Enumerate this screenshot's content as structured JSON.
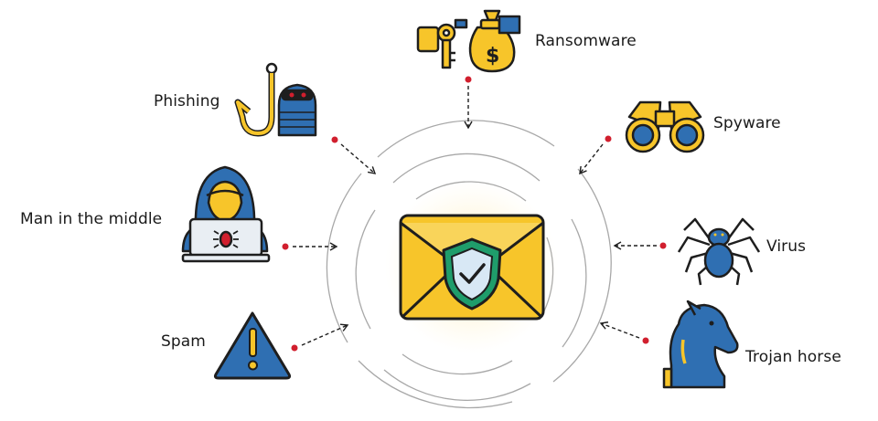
{
  "threats": {
    "ransomware": "Ransomware",
    "phishing": "Phishing",
    "spyware": "Spyware",
    "man_in_the_middle": "Man in the middle",
    "virus": "Virus",
    "spam": "Spam",
    "trojan_horse": "Trojan horse"
  },
  "icons": {
    "center": "secure-email-shield-icon",
    "ransomware": "key-moneybag-icon",
    "phishing": "fishhook-hacker-icon",
    "spyware": "binoculars-icon",
    "man_in_the_middle": "hacker-laptop-bug-icon",
    "virus": "spider-icon",
    "spam": "warning-triangle-icon",
    "trojan_horse": "chess-knight-icon"
  },
  "colors": {
    "yellow": "#F7C52A",
    "blue": "#2F6FB2",
    "dark": "#1E1E1E",
    "arrow_dot": "#D11F2E",
    "ring": "#9A9A9A",
    "shield_green": "#1F9D6B"
  }
}
